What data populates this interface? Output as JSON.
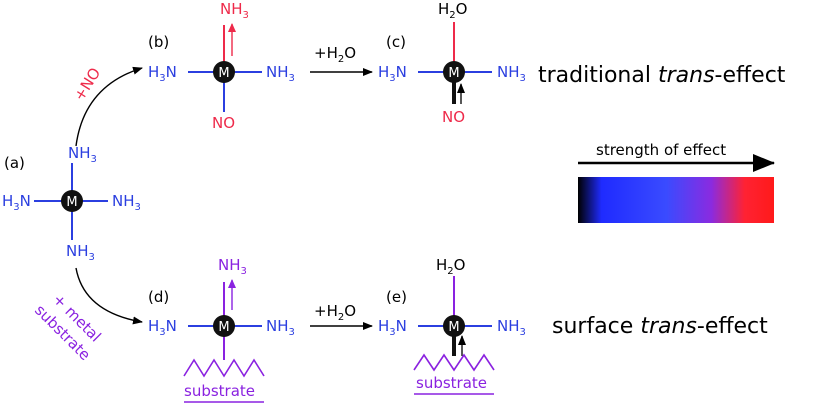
{
  "colors": {
    "ligand_blue": "#2b3fe0",
    "no_red": "#ee2a4a",
    "surface_purple": "#8a22e0",
    "metal_black": "#111111"
  },
  "labels": {
    "a": "(a)",
    "b": "(b)",
    "c": "(c)",
    "d": "(d)",
    "e": "(e)"
  },
  "metal_symbol": "M",
  "ligands": {
    "ammine_right": "NH",
    "ammine_left_n": "N",
    "ammine_left_h": "H",
    "sub3": "3",
    "nitrosyl": "NO",
    "water_h": "H",
    "water_o": "O",
    "sub2": "2",
    "substrate": "substrate"
  },
  "arrows": {
    "add_no": "+NO",
    "add_water_prefix": "+H",
    "add_water_suffix": "O",
    "metal_line1": "+ metal",
    "metal_line2": "substrate"
  },
  "titles": {
    "traditional_prefix": "traditional ",
    "traditional_italic": "trans",
    "traditional_suffix": "-effect",
    "surface_prefix": "surface ",
    "surface_italic": "trans",
    "surface_suffix": "-effect"
  },
  "legend": {
    "label": "strength of effect",
    "gradient": [
      "#000000",
      "#1f2bff",
      "#3a4bff",
      "#8a2be0",
      "#ff2233",
      "#ff1a1a"
    ]
  }
}
